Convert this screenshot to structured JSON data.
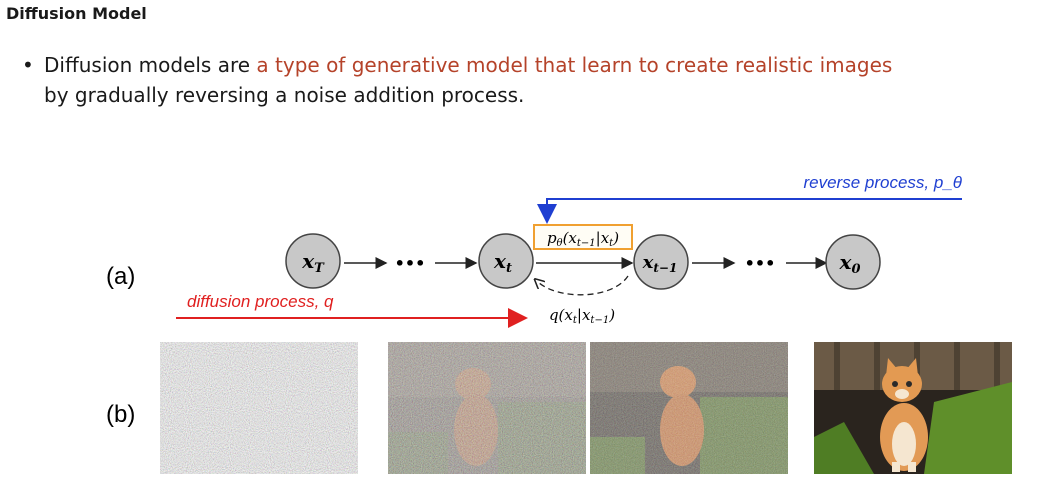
{
  "page": {
    "title": "Diffusion Model",
    "bullet": {
      "prefix": "Diffusion models are ",
      "highlight": "a type of generative model that learn to create realistic images",
      "suffix": "by gradually reversing a noise addition process."
    }
  },
  "diagram": {
    "row_a_label": "(a)",
    "row_b_label": "(b)",
    "reverse_label": "reverse process, p_θ",
    "diffusion_label": "diffusion process, q",
    "nodes": [
      "x_T",
      "x_t",
      "x_{t-1}",
      "x_0"
    ],
    "forward_kernel": "q(x_t|x_{t-1})",
    "reverse_kernel": "p_θ(x_{t-1}|x_t)",
    "ellipsis": "•••",
    "images": [
      "pure noise",
      "heavily noised cat",
      "partly noised cat",
      "clean cat photo"
    ]
  },
  "colors": {
    "highlight": "#b5432a",
    "reverse_arrow": "#1f3fd1",
    "diffusion_arrow": "#e02020",
    "node_fill": "#c8c8c8",
    "kernel_box": "#f0a030"
  }
}
